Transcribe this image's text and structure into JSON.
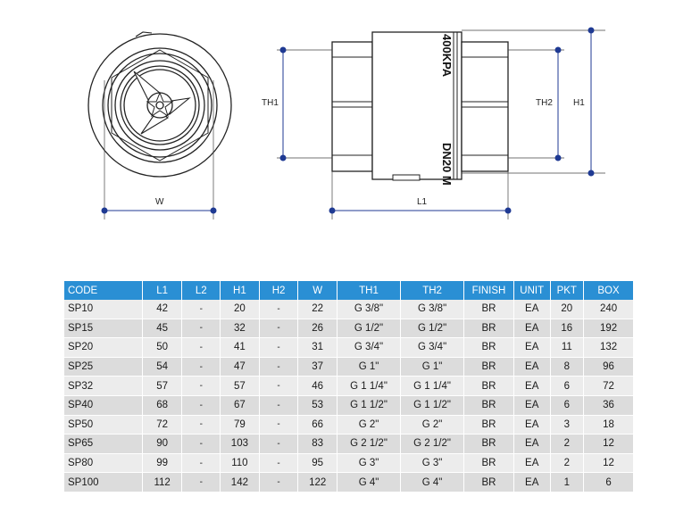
{
  "drawing": {
    "labels": {
      "w": "W",
      "th1": "TH1",
      "th2": "TH2",
      "h1": "H1",
      "l1": "L1"
    },
    "body_markings": {
      "pressure": "400KPA",
      "size": "DN20 M"
    },
    "accent_color": "#1f3a93"
  },
  "table": {
    "header_color": "#2a8fd4",
    "columns": [
      "CODE",
      "L1",
      "L2",
      "H1",
      "H2",
      "W",
      "TH1",
      "TH2",
      "FINISH",
      "UNIT",
      "PKT",
      "BOX"
    ],
    "rows": [
      [
        "SP10",
        "42",
        "-",
        "20",
        "-",
        "22",
        "G 3/8\"",
        "G 3/8\"",
        "BR",
        "EA",
        "20",
        "240"
      ],
      [
        "SP15",
        "45",
        "-",
        "32",
        "-",
        "26",
        "G 1/2\"",
        "G 1/2\"",
        "BR",
        "EA",
        "16",
        "192"
      ],
      [
        "SP20",
        "50",
        "-",
        "41",
        "-",
        "31",
        "G 3/4\"",
        "G 3/4\"",
        "BR",
        "EA",
        "11",
        "132"
      ],
      [
        "SP25",
        "54",
        "-",
        "47",
        "-",
        "37",
        "G 1\"",
        "G 1\"",
        "BR",
        "EA",
        "8",
        "96"
      ],
      [
        "SP32",
        "57",
        "-",
        "57",
        "-",
        "46",
        "G 1 1/4\"",
        "G 1 1/4\"",
        "BR",
        "EA",
        "6",
        "72"
      ],
      [
        "SP40",
        "68",
        "-",
        "67",
        "-",
        "53",
        "G 1 1/2\"",
        "G 1 1/2\"",
        "BR",
        "EA",
        "6",
        "36"
      ],
      [
        "SP50",
        "72",
        "-",
        "79",
        "-",
        "66",
        "G 2\"",
        "G 2\"",
        "BR",
        "EA",
        "3",
        "18"
      ],
      [
        "SP65",
        "90",
        "-",
        "103",
        "-",
        "83",
        "G 2 1/2\"",
        "G 2 1/2\"",
        "BR",
        "EA",
        "2",
        "12"
      ],
      [
        "SP80",
        "99",
        "-",
        "110",
        "-",
        "95",
        "G 3\"",
        "G 3\"",
        "BR",
        "EA",
        "2",
        "12"
      ],
      [
        "SP100",
        "112",
        "-",
        "142",
        "-",
        "122",
        "G 4\"",
        "G 4\"",
        "BR",
        "EA",
        "1",
        "6"
      ]
    ]
  }
}
